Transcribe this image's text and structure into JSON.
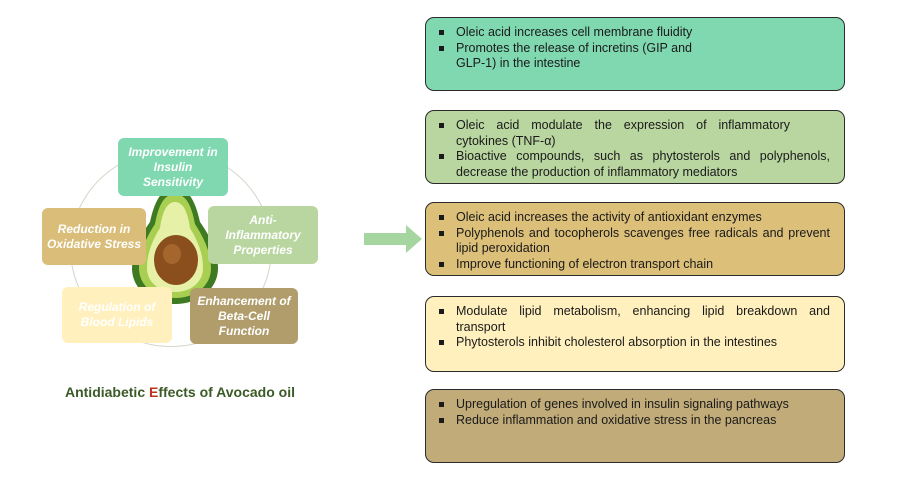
{
  "colors": {
    "teal": "#7fd8b0",
    "light_green": "#b9d6a0",
    "gold": "#dcbf78",
    "pale_yellow": "#fff0bd",
    "olive_brown": "#c0ab79",
    "arrow": "#a6d6a0"
  },
  "diagram": {
    "categories": [
      {
        "label": "Improvement in\nInsulin\nSensitivity",
        "color": "#7fd8b0",
        "text_color": "#ffffff"
      },
      {
        "label": "Anti-\nInflammatory\nProperties",
        "color": "#b9d6a0",
        "text_color": "#ffffff"
      },
      {
        "label": "Enhancement of\nBeta-Cell\nFunction",
        "color": "#b09d6b",
        "text_color": "#ffffff"
      },
      {
        "label": "Regulation of\nBlood Lipids",
        "color": "#fff0bd",
        "text_color": "#ffffff"
      },
      {
        "label": "Reduction in\nOxidative Stress",
        "color": "#d9bd78",
        "text_color": "#ffffff"
      }
    ],
    "caption_before": "Antidiabetic ",
    "caption_highlight": "E",
    "caption_after": "ffects of Avocado oil"
  },
  "boxes": [
    {
      "color": "#7fd8b0",
      "items": [
        "Oleic acid increases cell membrane fluidity",
        "Promotes the release of incretins (GIP and GLP-1) in the intestine"
      ]
    },
    {
      "color": "#b9d6a0",
      "items": [
        "Oleic acid modulate the expression of inflammatory cytokines (TNF-α)",
        "Bioactive compounds, such as phytosterols and polyphenols, decrease the production of inflammatory mediators"
      ]
    },
    {
      "color": "#dcbf78",
      "items": [
        "Oleic acid increases the activity of antioxidant enzymes",
        "Polyphenols and tocopherols scavenges free radicals and prevent lipid peroxidation",
        "Improve functioning of electron transport chain"
      ]
    },
    {
      "color": "#fff0bd",
      "items": [
        "Modulate lipid metabolism, enhancing lipid breakdown and transport",
        "Phytosterols inhibit cholesterol absorption in the intestines"
      ]
    },
    {
      "color": "#c0ab79",
      "items": [
        "Upregulation of genes involved in insulin signaling pathways",
        "Reduce inflammation and oxidative stress in the pancreas"
      ]
    }
  ]
}
